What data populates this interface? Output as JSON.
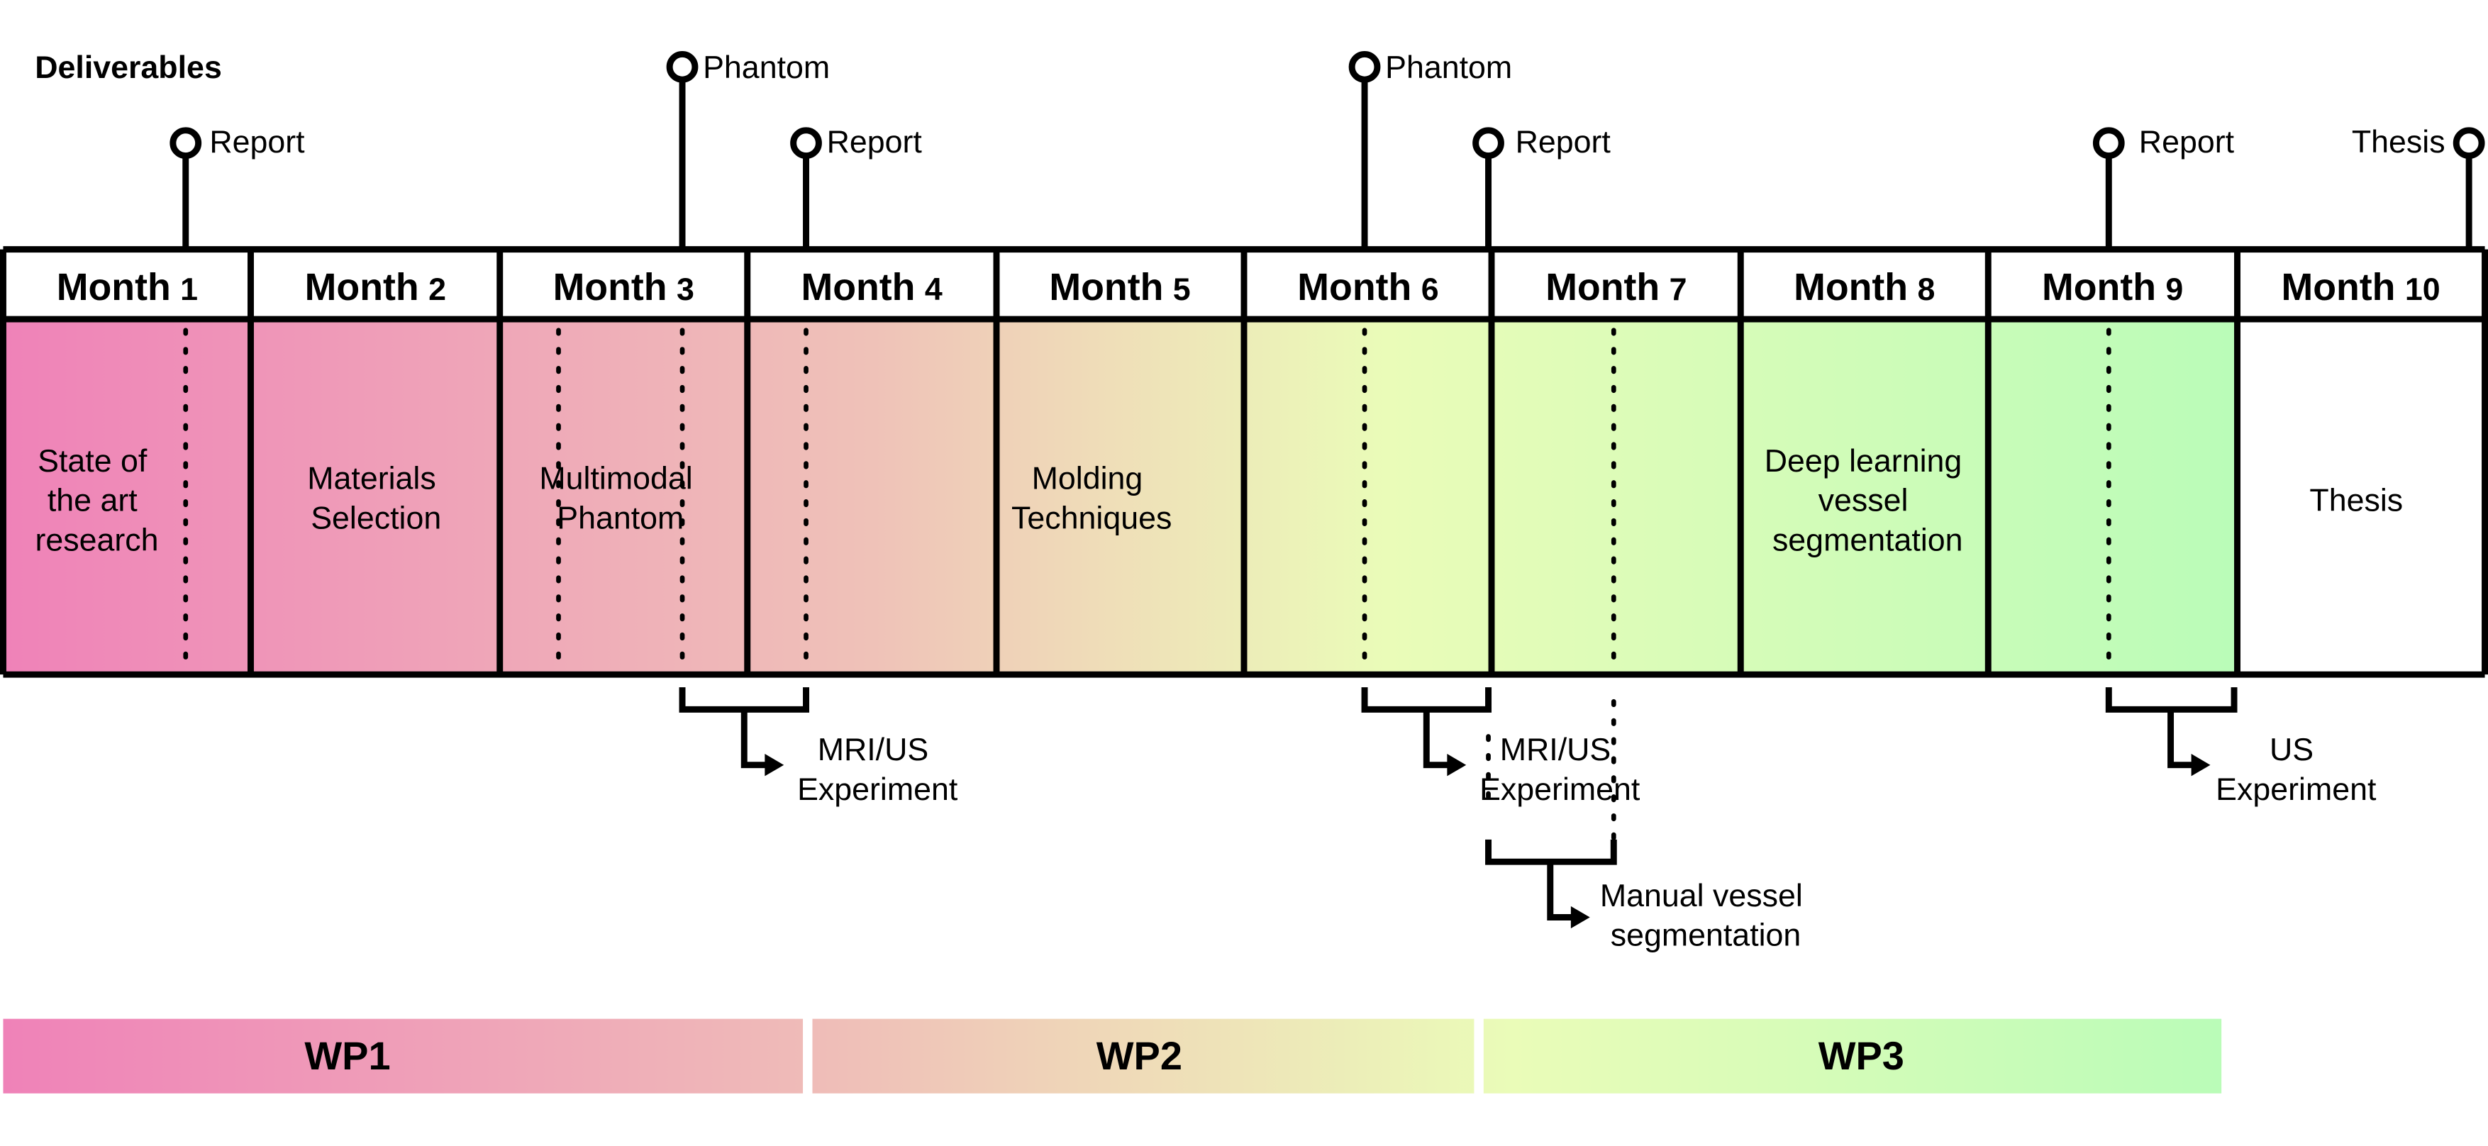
{
  "title": "Deliverables",
  "months": [
    {
      "word": "Month",
      "num": "1"
    },
    {
      "word": "Month",
      "num": "2"
    },
    {
      "word": "Month",
      "num": "3"
    },
    {
      "word": "Month",
      "num": "4"
    },
    {
      "word": "Month",
      "num": "5"
    },
    {
      "word": "Month",
      "num": "6"
    },
    {
      "word": "Month",
      "num": "7"
    },
    {
      "word": "Month",
      "num": "8"
    },
    {
      "word": "Month",
      "num": "9"
    },
    {
      "word": "Month",
      "num": "10"
    }
  ],
  "tasks": [
    {
      "text": [
        "State of",
        "the art",
        "research"
      ]
    },
    {
      "text": [
        "Materials",
        "Selection"
      ]
    },
    {
      "text": [
        "Multimodal",
        "Phantom"
      ]
    },
    {
      "text": [
        "Molding",
        "Techniques"
      ]
    },
    {
      "text": [
        "Deep learning",
        "vessel",
        "segmentation"
      ]
    },
    {
      "text": [
        "Thesis"
      ]
    }
  ],
  "deliverables": [
    {
      "label": "Report"
    },
    {
      "label": "Phantom"
    },
    {
      "label": "Report"
    },
    {
      "label": "Phantom"
    },
    {
      "label": "Report"
    },
    {
      "label": "Report"
    },
    {
      "label": "Thesis"
    }
  ],
  "experiments": [
    {
      "text": [
        "MRI/US",
        "Experiment"
      ]
    },
    {
      "text": [
        "MRI/US",
        "Experiment"
      ]
    },
    {
      "text": [
        "Manual vessel",
        "segmentation"
      ]
    },
    {
      "text": [
        "US",
        "Experiment"
      ]
    }
  ],
  "work_packages": [
    {
      "label": "WP1"
    },
    {
      "label": "WP2"
    },
    {
      "label": "WP3"
    }
  ],
  "colors": {
    "pink": "#ef82b8",
    "peach": "#efc2b8",
    "tan": "#efdfb8",
    "yellow": "#eafcb8",
    "green": "#bafcb8",
    "lightgreen": "#c8fcb8",
    "border": "#000000",
    "white": "#ffffff"
  }
}
